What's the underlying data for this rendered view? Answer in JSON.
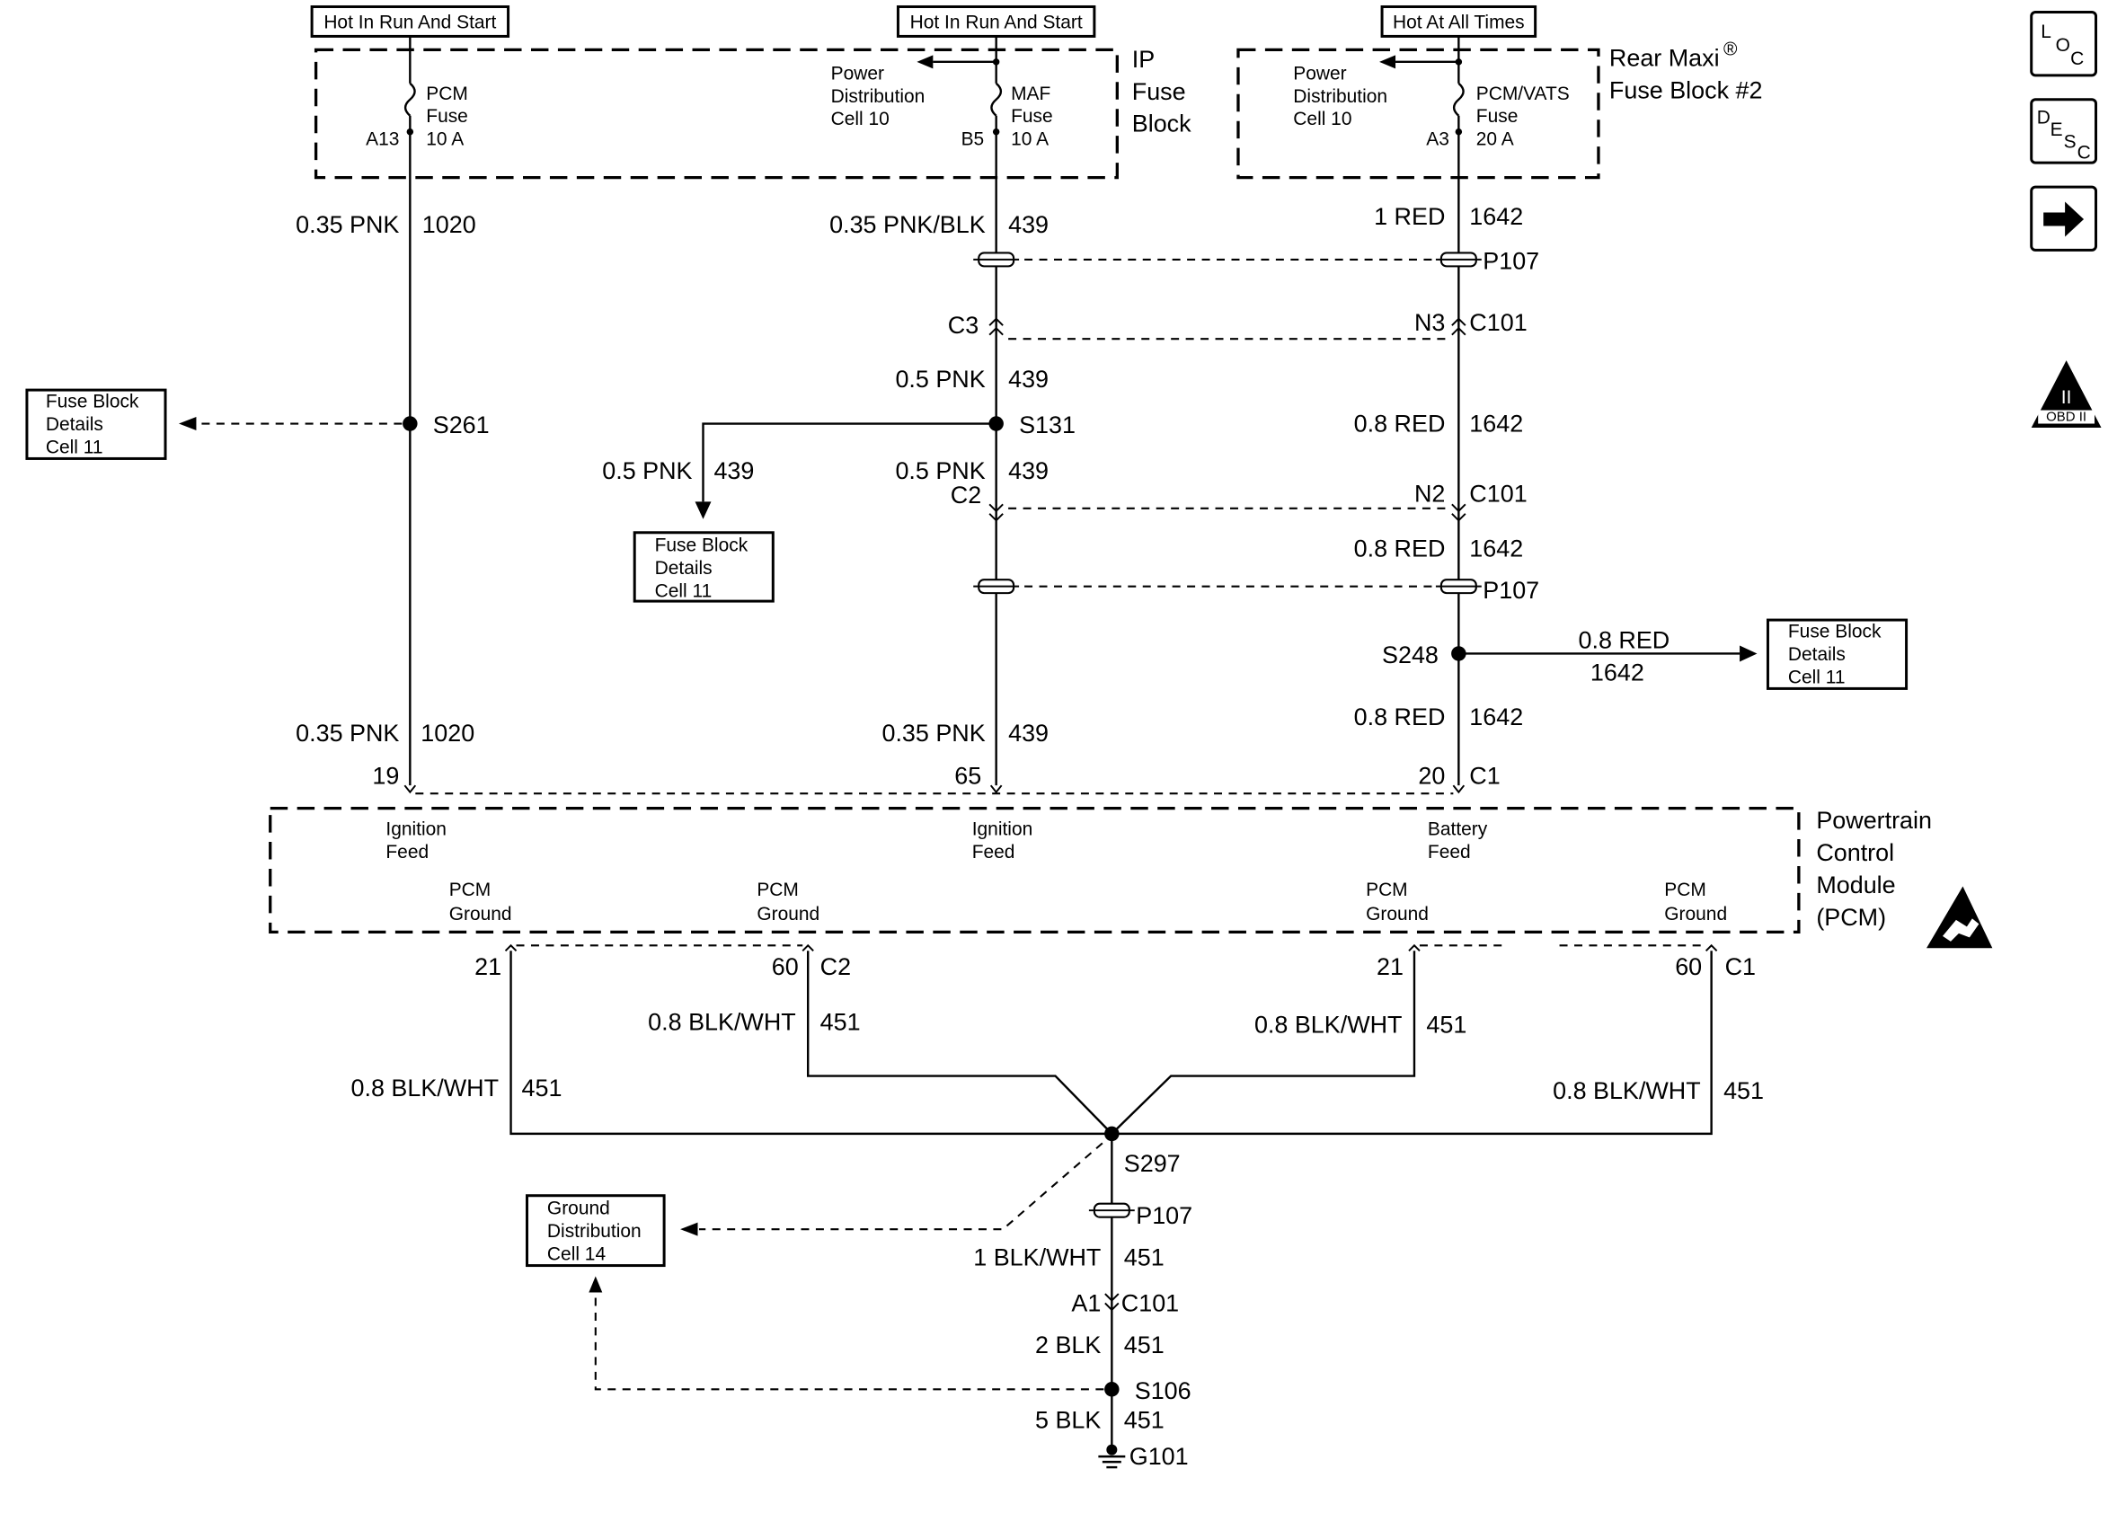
{
  "headers": {
    "h1": "Hot In Run And Start",
    "h2": "Hot In Run And Start",
    "h3": "Hot At All Times"
  },
  "ip_fuse_block": {
    "label": [
      "IP",
      "Fuse",
      "Block"
    ],
    "pcm_fuse": {
      "lines": [
        "PCM",
        "Fuse",
        "10 A"
      ],
      "pin": "A13"
    },
    "maf_fuse": {
      "lines": [
        "MAF",
        "Fuse",
        "10 A"
      ],
      "pin": "B5"
    },
    "power_dist": [
      "Power",
      "Distribution",
      "Cell 10"
    ]
  },
  "rear_maxi": {
    "line1": "Rear Maxi",
    "reg": "®",
    "line2": "Fuse Block #2",
    "pcm_vats_fuse": {
      "lines": [
        "PCM/VATS",
        "Fuse",
        "20 A"
      ],
      "pin": "A3"
    },
    "power_dist": [
      "Power",
      "Distribution",
      "Cell 10"
    ]
  },
  "wires": {
    "w_pnk_top": {
      "color": "0.35 PNK",
      "circuit": "1020"
    },
    "w_pnkblk": {
      "color": "0.35 PNK/BLK",
      "circuit": "439"
    },
    "w_red_top": {
      "color": "1 RED",
      "circuit": "1642"
    },
    "w_pnk_05a": {
      "color": "0.5 PNK",
      "circuit": "439"
    },
    "w_red_08a": {
      "color": "0.8 RED",
      "circuit": "1642"
    },
    "w_pnk_05b": {
      "color": "0.5 PNK",
      "circuit": "439"
    },
    "w_pnk_05c": {
      "color": "0.5 PNK",
      "circuit": "439"
    },
    "w_red_08b": {
      "color": "0.8 RED",
      "circuit": "1642"
    },
    "w_red_08c": {
      "color": "0.8 RED",
      "circuit": "1642"
    },
    "w_pnk_bottom": {
      "color": "0.35 PNK",
      "circuit": "1020"
    },
    "w_pnk_bottom2": {
      "color": "0.35 PNK",
      "circuit": "439"
    },
    "w_red_08d": {
      "color": "0.8 RED",
      "circuit": "1642"
    },
    "g1": {
      "color": "0.8 BLK/WHT",
      "circuit": "451"
    },
    "g2": {
      "color": "0.8 BLK/WHT",
      "circuit": "451"
    },
    "g3": {
      "color": "0.8 BLK/WHT",
      "circuit": "451"
    },
    "g4": {
      "color": "0.8 BLK/WHT",
      "circuit": "451"
    },
    "g5": {
      "color": "1 BLK/WHT",
      "circuit": "451"
    },
    "g6": {
      "color": "2 BLK",
      "circuit": "451"
    },
    "g7": {
      "color": "5 BLK",
      "circuit": "451"
    }
  },
  "connectors": {
    "p107_a": "P107",
    "c3": "C3",
    "n3": "N3",
    "c101_a": "C101",
    "c2_top": "C2",
    "n2": "N2",
    "c101_b": "C101",
    "p107_b": "P107",
    "pin19": "19",
    "pin65": "65",
    "pin20": "20",
    "c1_top": "C1",
    "pin21a": "21",
    "pin60a": "60",
    "c2_bot": "C2",
    "pin21b": "21",
    "pin60b": "60",
    "c1_bot": "C1",
    "p107_c": "P107",
    "a1": "A1",
    "c101_c": "C101"
  },
  "splices": {
    "s261": "S261",
    "s131": "S131",
    "s248": "S248",
    "s297": "S297",
    "s106": "S106",
    "g101": "G101"
  },
  "fuse_refs": {
    "ref1": [
      "Fuse Block",
      "Details",
      "Cell 11"
    ],
    "ref2": [
      "Fuse Block",
      "Details",
      "Cell 11"
    ],
    "ref3": [
      "Fuse Block",
      "Details",
      "Cell 11"
    ]
  },
  "ground_ref": [
    "Ground",
    "Distribution",
    "Cell 14"
  ],
  "pcm": {
    "label": [
      "Powertrain",
      "Control",
      "Module",
      "(PCM)"
    ],
    "feed1": [
      "Ignition",
      "Feed"
    ],
    "feed2": [
      "Ignition",
      "Feed"
    ],
    "feed3": [
      "Battery",
      "Feed"
    ],
    "gnd1": [
      "PCM",
      "Ground"
    ],
    "gnd2": [
      "PCM",
      "Ground"
    ],
    "gnd3": [
      "PCM",
      "Ground"
    ],
    "gnd4": [
      "PCM",
      "Ground"
    ]
  },
  "side_icons": {
    "loc": [
      "L",
      "O",
      "C"
    ],
    "desc": [
      "D",
      "E",
      "S",
      "C"
    ],
    "obd": {
      "numeral": "II",
      "text": "OBD II"
    }
  }
}
